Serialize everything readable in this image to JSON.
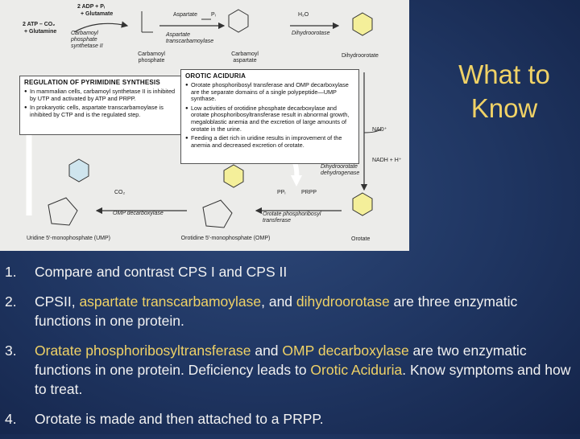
{
  "slide": {
    "title": "What to Know",
    "title_color": "#f0d266",
    "text_color": "#f2f2f2",
    "background": "#1f3561"
  },
  "figure": {
    "reg_box": {
      "heading": "REGULATION OF PYRIMIDINE SYNTHESIS",
      "items": [
        "In mammalian cells, carbamoyl synthetase II is inhibited by UTP and activated by ATP and PRPP.",
        "In prokaryotic cells, aspartate transcarbamoylase is inhibited by CTP and is the regulated step."
      ]
    },
    "orotic_box": {
      "heading": "OROTIC ACIDURIA",
      "items": [
        "Orotate phosphoribosyl transferase and OMP decarboxylase are the separate domains of a single polypeptide—UMP synthase.",
        "Low activities of orotidine phosphate decarboxylase and orotate phosphoribosyltransferase result in abnormal growth, megaloblastic anemia and the excretion of large amounts of orotate in the urine.",
        "Feeding a diet rich in uridine results in improvement of the anemia and decreased excretion of orotate."
      ]
    },
    "labels": {
      "atp_top": "2 ADP + Pᵢ",
      "glutamate": "+ Glutamate",
      "atp_left": "2 ATP – CO₂",
      "glutamine": "+ Glutamine",
      "cps2": "Carbamoyl phosphate synthetase II",
      "aspartate": "Aspartate",
      "pi": "Pᵢ",
      "atc": "Aspartate transcarbamoylase",
      "h2o": "H₂O",
      "dho_enzyme": "Dihydroorotase",
      "carbamoyl_phosphate": "Carbamoyl phosphate",
      "carbamoyl_aspartate": "Carbamoyl aspartate",
      "dihydroorotate": "Dihydroorotate",
      "nad": "NAD⁺",
      "nadh": "NADH + H⁺",
      "dhodh": "Dihydroorotate dehydrogenase",
      "co2": "CO₂",
      "omp_decarboxylase": "OMP decarboxylase",
      "ppi": "PPᵢ",
      "prpp": "PRPP",
      "oprt": "Orotate phosphoribosyl transferase",
      "ump": "Uridine 5′-monophosphate (UMP)",
      "omp": "Orotidine 5′-monophosphate (OMP)",
      "orotate": "Orotate"
    }
  },
  "points": [
    {
      "num": "1.",
      "segments": [
        {
          "text": "Compare and contrast CPS I and CPS II",
          "hl": false
        }
      ]
    },
    {
      "num": "2.",
      "segments": [
        {
          "text": "CPSII, ",
          "hl": false
        },
        {
          "text": "aspartate transcarbamoylase",
          "hl": true
        },
        {
          "text": ", and ",
          "hl": false
        },
        {
          "text": "dihydroorotase",
          "hl": true
        },
        {
          "text": " are three enzymatic functions in one protein.",
          "hl": false
        }
      ]
    },
    {
      "num": "3.",
      "segments": [
        {
          "text": "Oratate phosphoribosyltransferase",
          "hl": true
        },
        {
          "text": " and ",
          "hl": false
        },
        {
          "text": "OMP decarboxylase",
          "hl": true
        },
        {
          "text": " are two enzymatic functions in one protein.  Deficiency leads to ",
          "hl": false
        },
        {
          "text": "Orotic Aciduria",
          "hl": true
        },
        {
          "text": ". Know symptoms and how to treat.",
          "hl": false
        }
      ]
    },
    {
      "num": "4.",
      "segments": [
        {
          "text": "Orotate is made and then attached to a PRPP.",
          "hl": false
        }
      ]
    }
  ]
}
